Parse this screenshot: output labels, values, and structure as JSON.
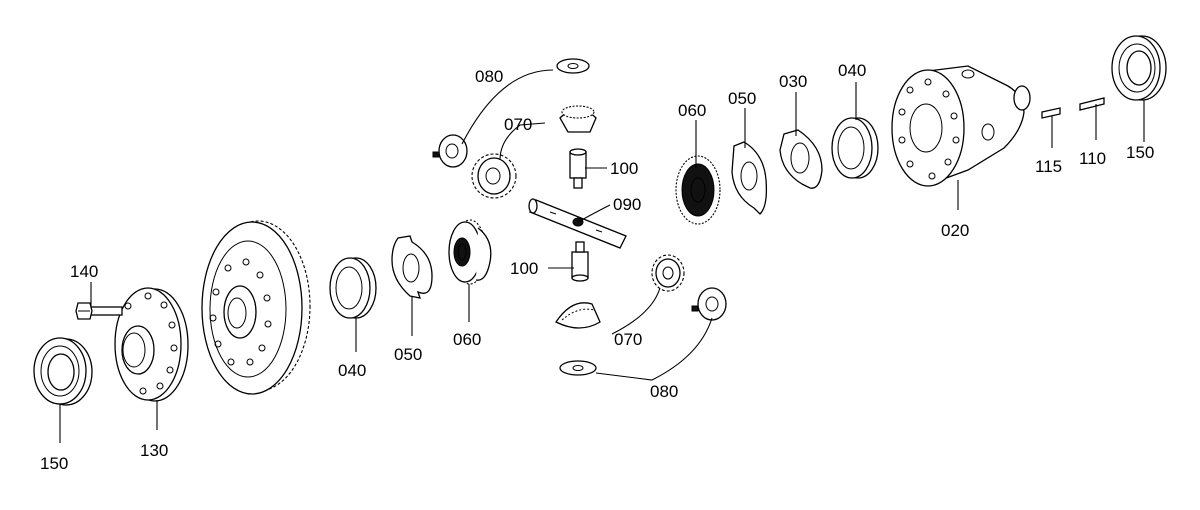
{
  "callouts": {
    "c080_top": "080",
    "c070_top": "070",
    "c100_top": "100",
    "c090": "090",
    "c100_bottom": "100",
    "c070_bottom": "070",
    "c080_bottom": "080",
    "c060_right": "060",
    "c050_right": "050",
    "c030": "030",
    "c040_right": "040",
    "c020": "020",
    "c115": "115",
    "c110": "110",
    "c150_right": "150",
    "c140": "140",
    "c150_left": "150",
    "c130": "130",
    "c040_left": "040",
    "c050_left": "050",
    "c060_left": "060"
  }
}
